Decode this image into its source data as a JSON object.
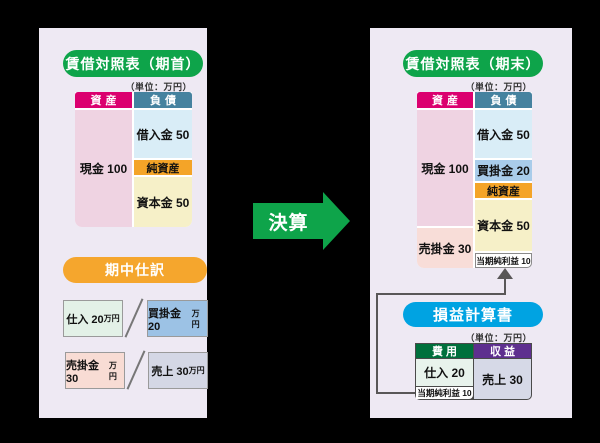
{
  "diagram": {
    "flow_arrow_label": "決算"
  },
  "left_panel": {
    "title": "賃借対照表（期首）",
    "unit_note": "（単位：万円）",
    "balance_sheet": {
      "assets_header": "資産",
      "liabilities_header": "負債",
      "cash": "現金 100",
      "loans_payable": "借入金 50",
      "net_assets_header": "純資産",
      "capital_stock": "資本金 50"
    },
    "journal_section": {
      "title": "期中仕訳",
      "entries": [
        {
          "debit_label": "仕入 20",
          "debit_suffix": "万円",
          "credit_label": "買掛金20",
          "credit_suffix": "万円"
        },
        {
          "debit_label": "売掛金30",
          "debit_suffix": "万円",
          "credit_label": "売上 30",
          "credit_suffix": "万円"
        }
      ]
    }
  },
  "right_panel": {
    "title": "賃借対照表（期末）",
    "unit_note": "（単位：万円）",
    "balance_sheet": {
      "assets_header": "資産",
      "liabilities_header": "負債",
      "cash": "現金 100",
      "accounts_receivable": "売掛金 30",
      "loans_payable": "借入金 50",
      "accounts_payable": "買掛金 20",
      "net_assets_header": "純資産",
      "capital_stock": "資本金 50",
      "net_income": "当期純利益 10"
    },
    "income_statement": {
      "title": "損益計算書",
      "unit_note": "（単位：万円）",
      "expenses_header": "費用",
      "revenue_header": "収益",
      "purchases": "仕入 20",
      "net_income": "当期純利益 10",
      "sales": "売上 30"
    }
  },
  "colors": {
    "background": "#000000",
    "panel": "#EEE9F3",
    "green": "#0EA44A",
    "orange": "#F5A62D",
    "cyan_blue": "#00A3E2",
    "assets_header": "#DB006F",
    "liabilities_header": "#45829F",
    "net_assets_header": "#F4A428",
    "expenses_header": "#00703C",
    "revenue_header": "#5E2F8F",
    "cash_cell": "#EFD3E2",
    "loans_cell": "#D9EDF7",
    "payable_cell": "#A9CCEA",
    "capital_cell": "#F6F0C8",
    "receivable_cell": "#F8DDD8",
    "purchases_cell": "#E8F3EC",
    "sales_cell": "#D6D9E7",
    "connector": "#595757"
  }
}
